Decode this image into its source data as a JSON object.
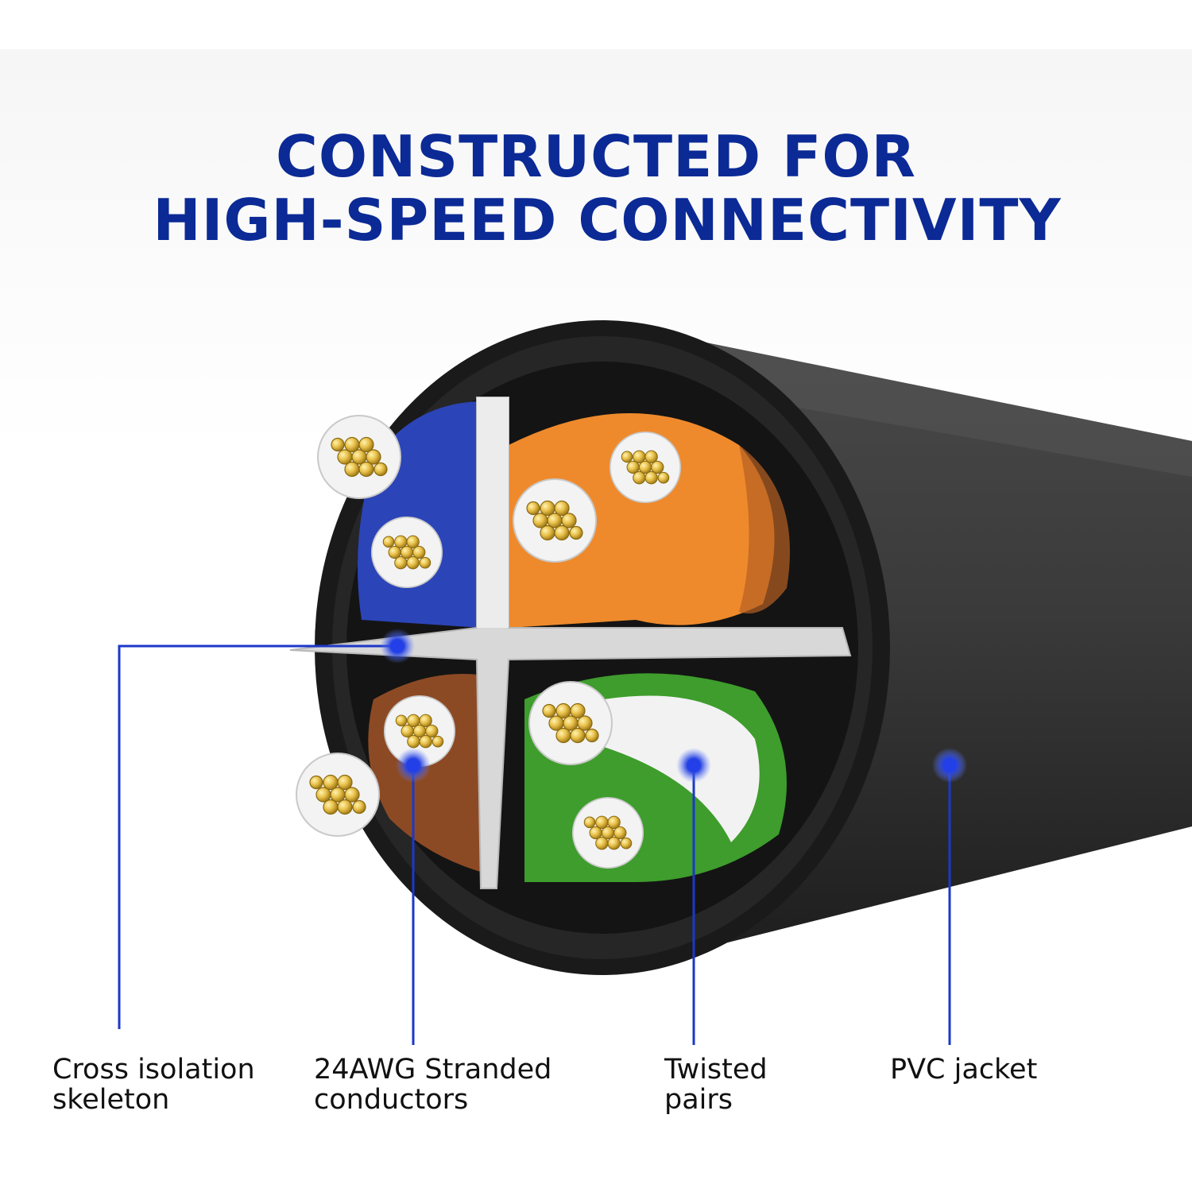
{
  "headline": {
    "line1": "CONSTRUCTED FOR",
    "line2": "HIGH-SPEED CONNECTIVITY"
  },
  "callouts": [
    {
      "line1": "Cross isolation",
      "line2": "skeleton"
    },
    {
      "line1": "24AWG Stranded",
      "line2": "conductors"
    },
    {
      "line1": "Twisted",
      "line2": "pairs"
    },
    {
      "line1": "PVC jacket",
      "line2": ""
    }
  ],
  "colors": {
    "headline": "#0b2a96",
    "callout_line": "#1b38c8",
    "jacket": "#2f2f2f",
    "skeleton": "#d8d8d8",
    "pair_blue": "#2b44b8",
    "pair_orange": "#ee8a2c",
    "pair_brown": "#8c4a24",
    "pair_green": "#3e9d2c",
    "conductor_gold": "#e2b93a"
  }
}
